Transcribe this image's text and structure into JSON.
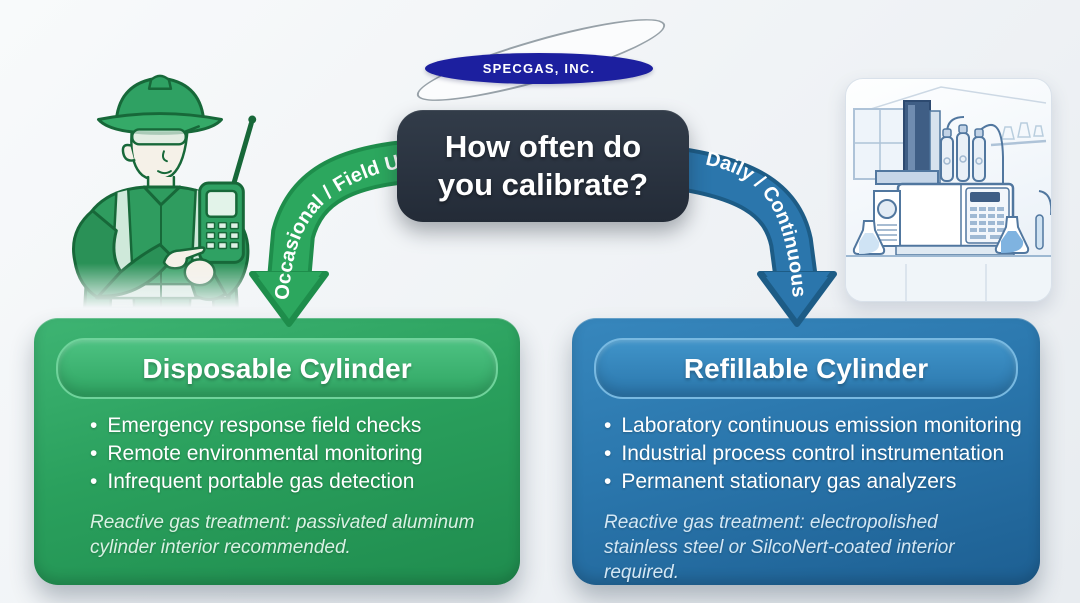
{
  "logo": {
    "text": "SPECGAS, INC.",
    "ellipse_color": "#1c1f9f"
  },
  "question": {
    "line1": "How often do",
    "line2": "you calibrate?",
    "bg_color": "#2a3340"
  },
  "branches": {
    "left_label": "Occasional / Field Use",
    "right_label": "Daily / Continuous",
    "left_color": "#2ca75e",
    "left_edge_color": "#1e8d4b",
    "right_color": "#2b76ac",
    "right_edge_color": "#1d5c86"
  },
  "cards": {
    "left": {
      "title": "Disposable Cylinder",
      "bullets": [
        "Emergency response field checks",
        "Remote environmental monitoring",
        "Infrequent portable gas detection"
      ],
      "note": "Reactive gas treatment: passivated aluminum cylinder interior recommended.",
      "color": "#2aa05d"
    },
    "right": {
      "title": "Refillable Cylinder",
      "bullets": [
        "Laboratory continuous emission monitoring",
        "Industrial process control instrumentation",
        "Permanent stationary gas analyzers"
      ],
      "note": "Reactive gas treatment: electropolished stainless steel or SilcoNert-coated interior required.",
      "color": "#2a76ac"
    }
  },
  "illustrations": {
    "left_name": "field-technician-with-gas-detector",
    "right_name": "laboratory-gas-chromatograph"
  }
}
